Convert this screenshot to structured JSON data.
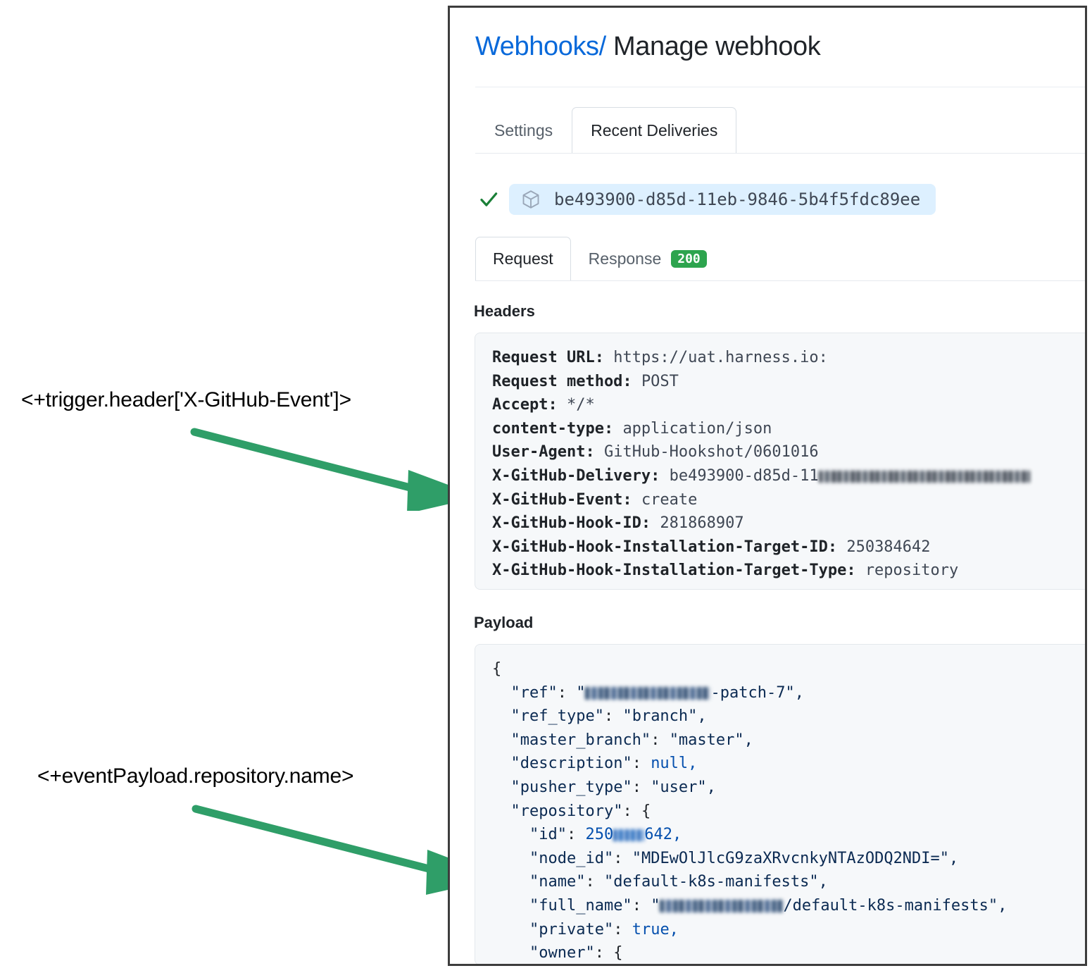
{
  "annotations": [
    {
      "id": "trigger-header",
      "text": "<+trigger.header['X-GitHub-Event']>"
    },
    {
      "id": "event-payload",
      "text": "<+eventPayload.repository.name>"
    }
  ],
  "colors": {
    "accent_link": "#0969da",
    "arrow_green": "#2f9e68",
    "status_green": "#2da44e",
    "chip_blue": "#ddf0ff",
    "code_bg": "#f6f8fa",
    "panel_border": "#3d3d3d"
  },
  "panel": {
    "breadcrumb": {
      "link_label": "Webhooks",
      "separator": "/",
      "current_label": "Manage webhook"
    },
    "top_tabs": [
      {
        "label": "Settings",
        "active": false
      },
      {
        "label": "Recent Deliveries",
        "active": true
      }
    ],
    "delivery": {
      "status_icon": "check-icon",
      "package_icon": "package-cube-icon",
      "id": "be493900-d85d-11eb-9846-5b4f5fdc89ee"
    },
    "request_tabs": [
      {
        "label": "Request",
        "active": true,
        "badge": null
      },
      {
        "label": "Response",
        "active": false,
        "badge": "200"
      }
    ],
    "headers_section": {
      "title": "Headers",
      "rows": [
        {
          "key": "Request URL:",
          "value": "https://uat.harness.io:",
          "redacted": false
        },
        {
          "key": "Request method:",
          "value": "POST",
          "redacted": false
        },
        {
          "key": "Accept:",
          "value": "*/*",
          "redacted": false
        },
        {
          "key": "content-type:",
          "value": "application/json",
          "redacted": false
        },
        {
          "key": "User-Agent:",
          "value": "GitHub-Hookshot/0601016",
          "redacted": false
        },
        {
          "key": "X-GitHub-Delivery:",
          "value": "be493900-d85d-11",
          "redacted": true
        },
        {
          "key": "X-GitHub-Event:",
          "value": "create",
          "redacted": false
        },
        {
          "key": "X-GitHub-Hook-ID:",
          "value": "281868907",
          "redacted": false
        },
        {
          "key": "X-GitHub-Hook-Installation-Target-ID:",
          "value": "250384642",
          "redacted": false
        },
        {
          "key": "X-GitHub-Hook-Installation-Target-Type:",
          "value": "repository",
          "redacted": false
        }
      ]
    },
    "payload_section": {
      "title": "Payload",
      "lines": [
        {
          "indent": 0,
          "text": "{"
        },
        {
          "indent": 1,
          "key": "\"ref\"",
          "value_prefix": "\"",
          "redacted": true,
          "value_suffix": "-patch-7\","
        },
        {
          "indent": 1,
          "key": "\"ref_type\"",
          "value": "\"branch\","
        },
        {
          "indent": 1,
          "key": "\"master_branch\"",
          "value": "\"master\","
        },
        {
          "indent": 1,
          "key": "\"description\"",
          "value": "null,",
          "literal": true
        },
        {
          "indent": 1,
          "key": "\"pusher_type\"",
          "value": "\"user\","
        },
        {
          "indent": 1,
          "key": "\"repository\"",
          "value": "{"
        },
        {
          "indent": 2,
          "key": "\"id\"",
          "value_prefix": "250",
          "redacted": true,
          "value_suffix": "642,",
          "literal": true
        },
        {
          "indent": 2,
          "key": "\"node_id\"",
          "value": "\"MDEwOlJlcG9zaXRvcnkyNTAzODQ2NDI=\","
        },
        {
          "indent": 2,
          "key": "\"name\"",
          "value": "\"default-k8s-manifests\","
        },
        {
          "indent": 2,
          "key": "\"full_name\"",
          "value_prefix": "\"",
          "redacted": true,
          "value_suffix": "/default-k8s-manifests\","
        },
        {
          "indent": 2,
          "key": "\"private\"",
          "value": "true,",
          "literal": true
        },
        {
          "indent": 2,
          "key": "\"owner\"",
          "value": "{"
        }
      ]
    }
  }
}
